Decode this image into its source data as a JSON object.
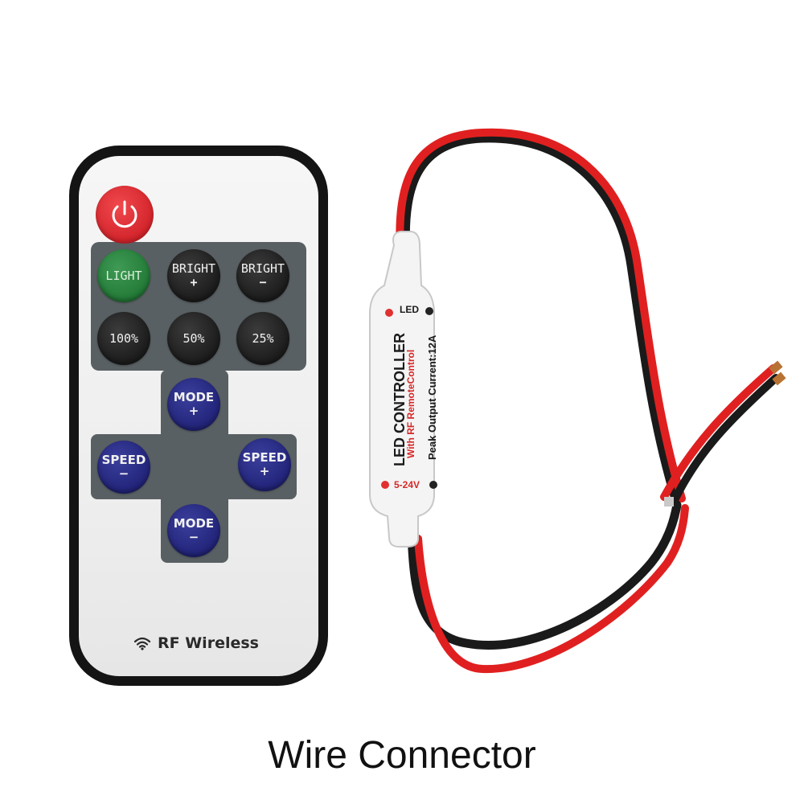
{
  "remote": {
    "power_icon": "power-icon",
    "buttons_top": [
      {
        "label": "LIGHT",
        "sub": ""
      },
      {
        "label": "BRIGHT",
        "sub": "+"
      },
      {
        "label": "BRIGHT",
        "sub": "−"
      },
      {
        "label": "100%",
        "sub": ""
      },
      {
        "label": "50%",
        "sub": ""
      },
      {
        "label": "25%",
        "sub": ""
      }
    ],
    "mode_plus": {
      "label": "MODE",
      "sub": "+"
    },
    "speed_minus": {
      "label": "SPEED",
      "sub": "−"
    },
    "speed_plus": {
      "label": "SPEED",
      "sub": "+"
    },
    "mode_minus": {
      "label": "MODE",
      "sub": "−"
    },
    "rf_label": "RF Wireless",
    "rf_icon": "wifi-icon"
  },
  "controller": {
    "title": "LED CONTROLLER",
    "subtitle": "With RF RemoteControl",
    "spec": "Peak Output Current:12A",
    "led_label": "LED",
    "voltage_label": "5-24V",
    "wire_colors": {
      "positive": "#e02020",
      "negative": "#1a1a1a"
    }
  },
  "caption": "Wire Connector"
}
